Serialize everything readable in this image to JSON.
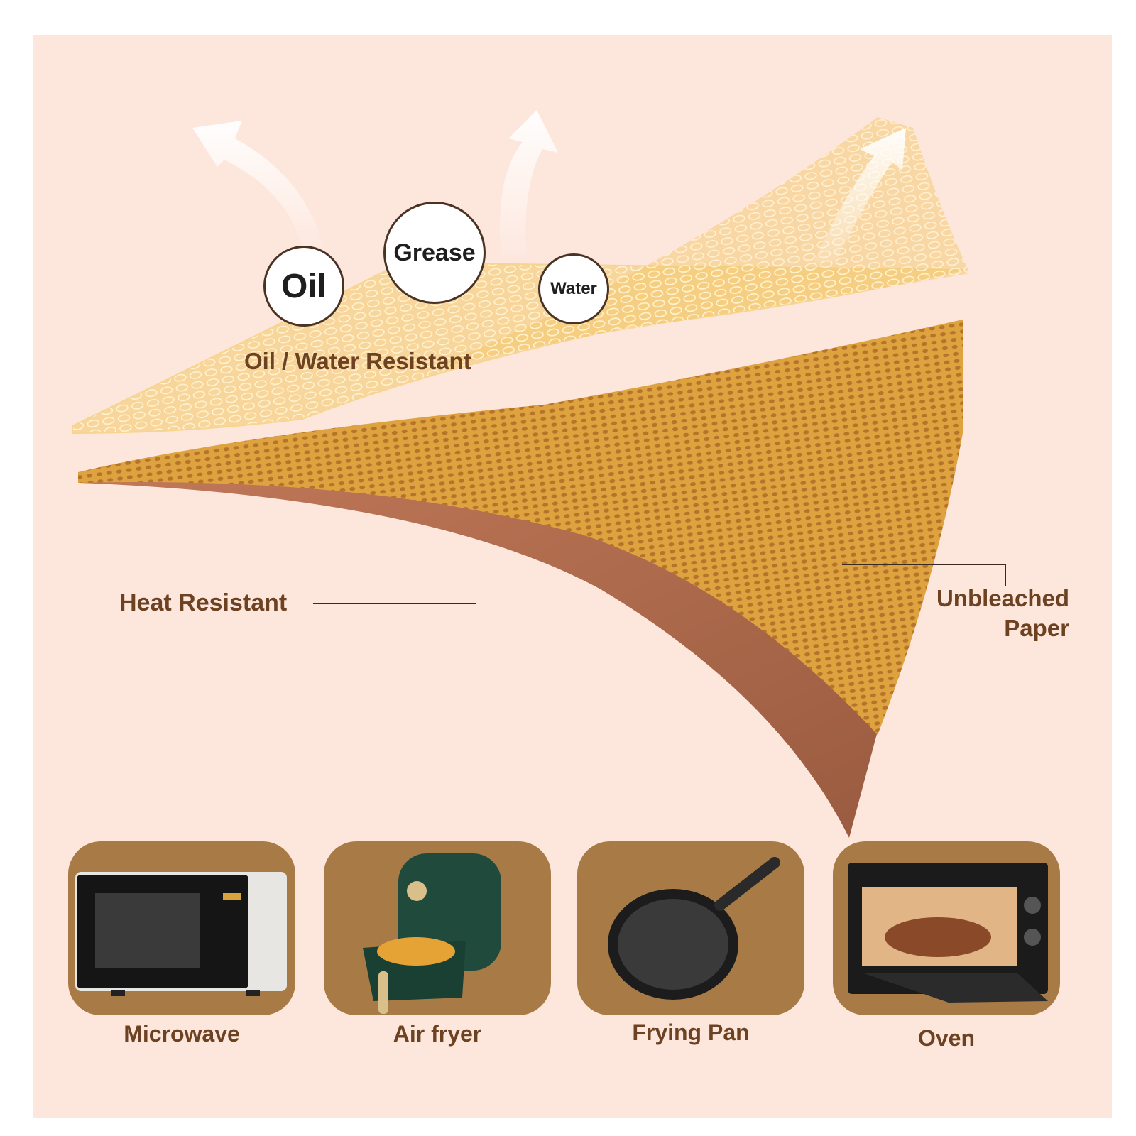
{
  "features": {
    "oil": "Oil",
    "grease": "Grease",
    "water": "Water",
    "resistant_label": "Oil / Water Resistant",
    "heat_label": "Heat Resistant",
    "unbleached_line1": "Unbleached",
    "unbleached_line2": "Paper"
  },
  "applications": [
    {
      "label": "Microwave",
      "icon": "microwave-icon"
    },
    {
      "label": "Air fryer",
      "icon": "air-fryer-icon"
    },
    {
      "label": "Frying Pan",
      "icon": "frying-pan-icon"
    },
    {
      "label": "Oven",
      "icon": "oven-icon"
    }
  ],
  "colors": {
    "background": "#fde6dc",
    "text_brown": "#6d4222",
    "tile_brown": "#a87a45",
    "paper_gold": "#e0a43c",
    "base_layer": "#a8654a"
  }
}
